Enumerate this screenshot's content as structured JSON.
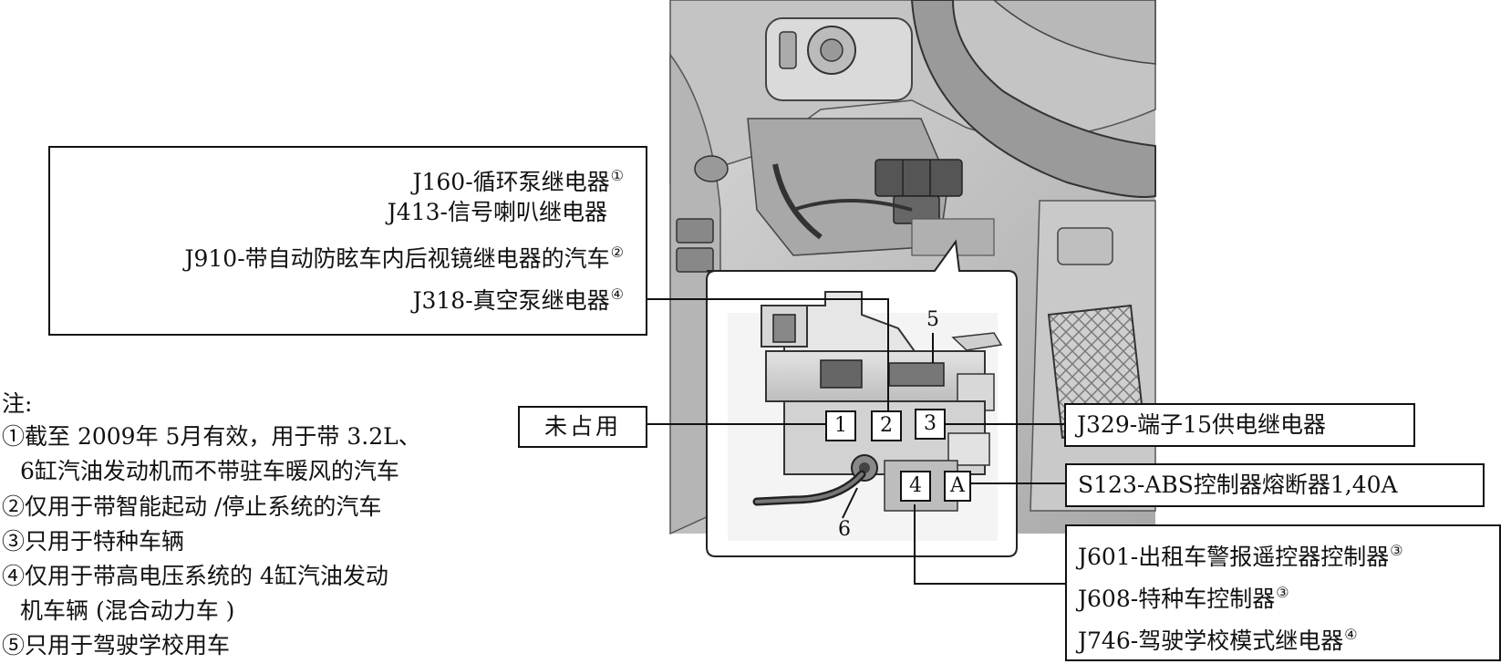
{
  "relays_top": [
    {
      "code": "J160",
      "name": "循环泵继电器",
      "note": "①"
    },
    {
      "code": "J413",
      "name": "信号喇叭继电器",
      "note": ""
    },
    {
      "code": "J910",
      "name": "带自动防眩车内后视镜继电器的汽车",
      "note": "②"
    },
    {
      "code": "J318",
      "name": "真空泵继电器",
      "note": "④"
    }
  ],
  "callout_unused": "未占用",
  "callout_terminal15": "J329-端子15供电继电器",
  "callout_fuse": "S123-ABS控制器熔断器1,40A",
  "relays_bottom": [
    {
      "code": "J601",
      "name": "出租车警报遥控器控制器",
      "note": "③"
    },
    {
      "code": "J608",
      "name": "特种车控制器",
      "note": "③"
    },
    {
      "code": "J746",
      "name": "驾驶学校模式继电器",
      "note": "④"
    }
  ],
  "slot_labels": [
    "1",
    "2",
    "3",
    "4",
    "A",
    "5",
    "6"
  ],
  "notes_title": "注:",
  "notes": [
    "①截至 2009年 5月有效，用于带 3.2L、",
    "6缸汽油发动机而不带驻车暖风的汽车",
    "②仅用于带智能起动 /停止系统的汽车",
    "③只用于特种车辆",
    "④仅用于带高电压系统的 4缸汽油发动",
    "机车辆 (混合动力车 )",
    "⑤只用于驾驶学校用车"
  ]
}
